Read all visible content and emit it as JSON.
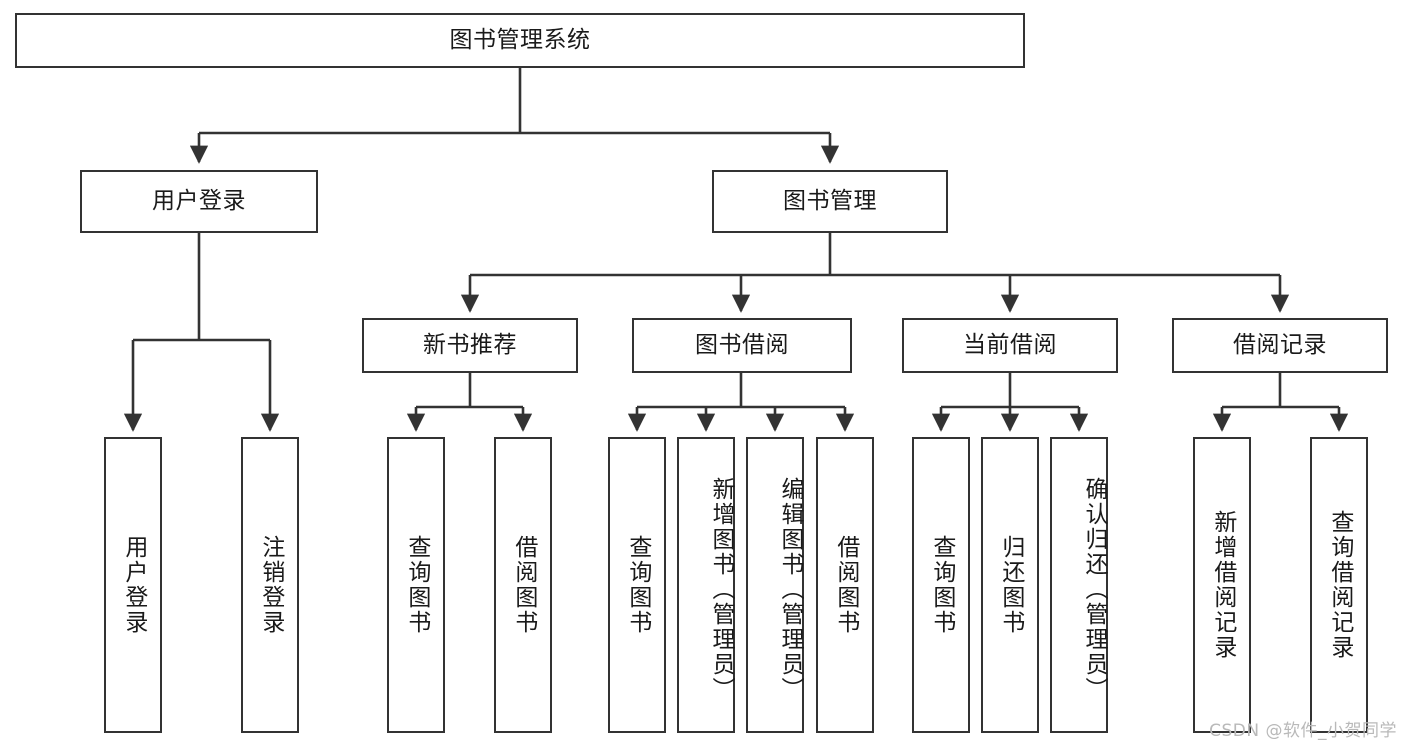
{
  "diagram": {
    "type": "hierarchy-tree",
    "title": "图书管理系统",
    "root": {
      "id": "root",
      "label": "图书管理系统"
    },
    "level2": [
      {
        "id": "user-login",
        "label": "用户登录"
      },
      {
        "id": "book-manage",
        "label": "图书管理"
      }
    ],
    "level3": [
      {
        "id": "new-book-rec",
        "label": "新书推荐",
        "parent": "book-manage"
      },
      {
        "id": "book-borrow",
        "label": "图书借阅",
        "parent": "book-manage"
      },
      {
        "id": "current-borrow",
        "label": "当前借阅",
        "parent": "book-manage"
      },
      {
        "id": "borrow-record",
        "label": "借阅记录",
        "parent": "book-manage"
      }
    ],
    "leaves": [
      {
        "id": "leaf-user-login",
        "label": "用户登录",
        "parent": "user-login"
      },
      {
        "id": "leaf-logout",
        "label": "注销登录",
        "parent": "user-login"
      },
      {
        "id": "leaf-query-book-1",
        "label": "查询图书",
        "parent": "new-book-rec"
      },
      {
        "id": "leaf-borrow-book-1",
        "label": "借阅图书",
        "parent": "new-book-rec"
      },
      {
        "id": "leaf-query-book-2",
        "label": "查询图书",
        "parent": "book-borrow"
      },
      {
        "id": "leaf-add-book",
        "label": "新增图书（管理员）",
        "parent": "book-borrow"
      },
      {
        "id": "leaf-edit-book",
        "label": "编辑图书（管理员）",
        "parent": "book-borrow"
      },
      {
        "id": "leaf-borrow-book-2",
        "label": "借阅图书",
        "parent": "book-borrow"
      },
      {
        "id": "leaf-query-book-3",
        "label": "查询图书",
        "parent": "current-borrow"
      },
      {
        "id": "leaf-return-book",
        "label": "归还图书",
        "parent": "current-borrow"
      },
      {
        "id": "leaf-confirm-return",
        "label": "确认归还（管理员）",
        "parent": "current-borrow"
      },
      {
        "id": "leaf-add-record",
        "label": "新增借阅记录",
        "parent": "borrow-record"
      },
      {
        "id": "leaf-query-record",
        "label": "查询借阅记录",
        "parent": "borrow-record"
      }
    ],
    "colors": {
      "stroke": "#333333",
      "fill": "#ffffff",
      "text": "#1a1a1a",
      "watermark": "#b9b9b9"
    }
  },
  "watermark": {
    "text": "CSDN @软件_小贺同学"
  }
}
